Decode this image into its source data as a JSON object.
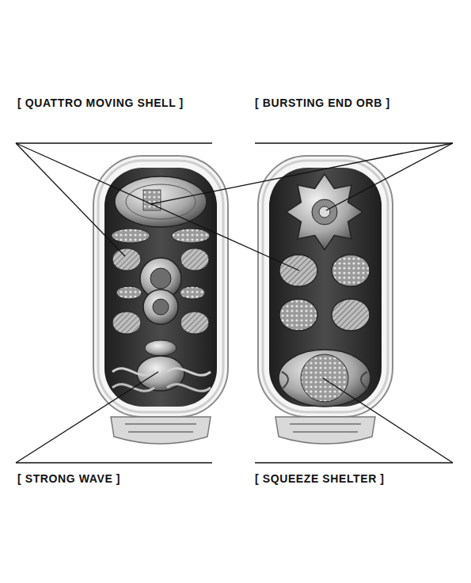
{
  "diagram": {
    "labels": [
      "[ QUATTRO MOVING SHELL ]",
      "[ BURSTING END ORB ]",
      "[ STRONG WAVE ]",
      "[ SQUEEZE SHELTER ]"
    ]
  }
}
